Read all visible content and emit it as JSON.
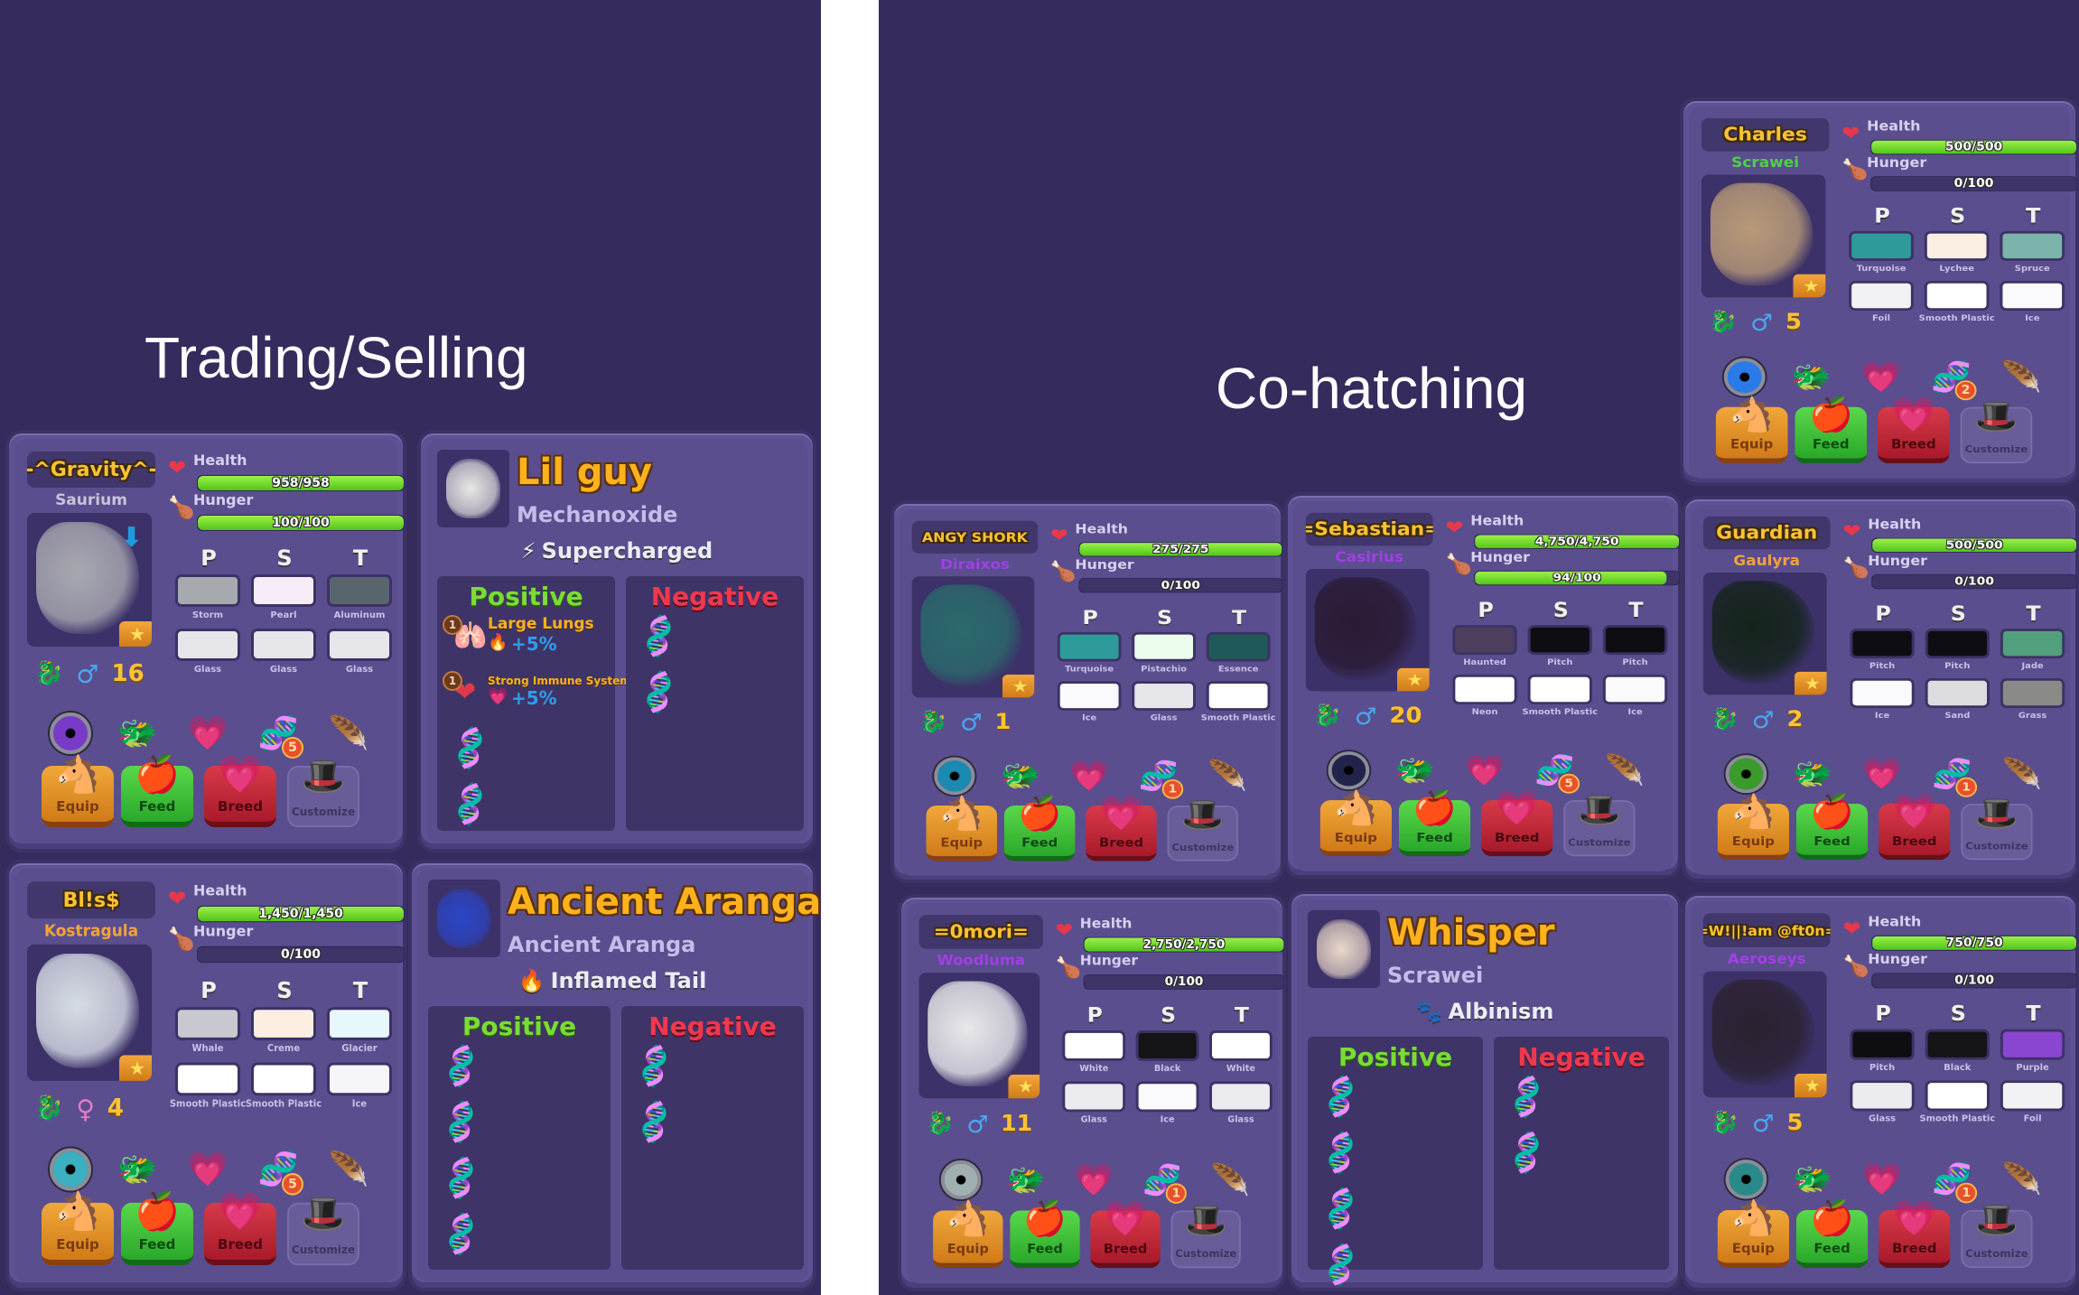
{
  "sections": {
    "left_title": "Trading/Selling",
    "right_title": "Co-hatching"
  },
  "common": {
    "health_label": "Health",
    "hunger_label": "Hunger",
    "pst_headers": [
      "P",
      "S",
      "T"
    ],
    "buttons": {
      "equip": "Equip",
      "feed": "Feed",
      "breed": "Breed",
      "customize": "Customize"
    },
    "positive_label": "Positive",
    "negative_label": "Negative",
    "icons": {
      "health": "❤",
      "hunger": "🍗",
      "star": "★",
      "male": "♂",
      "female": "♀",
      "equip": "🐴",
      "feed": "🍎",
      "breed": "💗",
      "customize": "🎩",
      "dna": "🧬",
      "arrow_down": "⬇"
    },
    "colors": {
      "background": "#352b5c",
      "card": "#5f5294",
      "name_gold": "#ffc233",
      "bar_green": "#7ee03a",
      "positive_green": "#7adc34",
      "negative_red": "#f0384e"
    }
  },
  "dragons": [
    {
      "id": "gravity",
      "name": "-^Gravity^-",
      "species": "Saurium",
      "species_color": "#c9c4d9",
      "health": "958/958",
      "health_pct": 100,
      "hunger": "100/100",
      "hunger_pct": 100,
      "gender": "male",
      "gender_color": "#4aa6ee",
      "dragon_type_color": "#3aa0a0",
      "level": "16",
      "has_arrow": true,
      "primary": [
        {
          "label": "Storm",
          "color": "#a6aaae"
        },
        {
          "label": "Pearl",
          "color": "#f6ecf8"
        },
        {
          "label": "Aluminum",
          "color": "#58646e"
        }
      ],
      "materials": [
        {
          "label": "Glass",
          "color": "#e6e6ea"
        },
        {
          "label": "Glass",
          "color": "#e6e6ea"
        },
        {
          "label": "Glass",
          "color": "#e6e6ea"
        }
      ],
      "eye_color": "#7a3ac8",
      "dna_count": "5",
      "portrait_color": "#a8a8b0"
    },
    {
      "id": "bliss",
      "name": "Bl!s$",
      "species": "Kostragula",
      "species_color": "#f3a33a",
      "health": "1,450/1,450",
      "health_pct": 100,
      "hunger": "0/100",
      "hunger_pct": 0,
      "gender": "female",
      "gender_color": "#e87ac8",
      "dragon_type_color": "#9a4ac8",
      "level": "4",
      "has_arrow": false,
      "primary": [
        {
          "label": "Whale",
          "color": "#c8c8d0"
        },
        {
          "label": "Creme",
          "color": "#fcefe2"
        },
        {
          "label": "Glacier",
          "color": "#e6f8fc"
        }
      ],
      "materials": [
        {
          "label": "Smooth Plastic",
          "color": "#ffffff"
        },
        {
          "label": "Smooth Plastic",
          "color": "#ffffff"
        },
        {
          "label": "Ice",
          "color": "#f6f6fa"
        }
      ],
      "eye_color": "#3ab0c0",
      "dna_count": "5",
      "portrait_color": "#d6dce4"
    },
    {
      "id": "charles",
      "name": "Charles",
      "species": "Scrawei",
      "species_color": "#4fd04a",
      "health": "500/500",
      "health_pct": 100,
      "hunger": "0/100",
      "hunger_pct": 0,
      "gender": "male",
      "gender_color": "#4aa6ee",
      "dragon_type_color": "#3aa0a0",
      "level": "5",
      "has_arrow": false,
      "primary": [
        {
          "label": "Turquoise",
          "color": "#2f9a9a"
        },
        {
          "label": "Lychee",
          "color": "#fbefe4"
        },
        {
          "label": "Spruce",
          "color": "#7ab4aa"
        }
      ],
      "materials": [
        {
          "label": "Foil",
          "color": "#f2f2f4"
        },
        {
          "label": "Smooth Plastic",
          "color": "#ffffff"
        },
        {
          "label": "Ice",
          "color": "#fafafc"
        }
      ],
      "eye_color": "#2a7ae8",
      "dna_count": "2",
      "portrait_color": "#b89a78"
    },
    {
      "id": "angy_shork",
      "name": "ANGY SHORK",
      "species": "Diraixos",
      "species_color": "#a33ee8",
      "health": "275/275",
      "health_pct": 100,
      "hunger": "0/100",
      "hunger_pct": 0,
      "gender": "male",
      "gender_color": "#4aa6ee",
      "dragon_type_color": "#3aa0a0",
      "level": "1",
      "has_arrow": false,
      "small_name": true,
      "primary": [
        {
          "label": "Turquoise",
          "color": "#2f9a9a"
        },
        {
          "label": "Pistachio",
          "color": "#ecfcec"
        },
        {
          "label": "Essence",
          "color": "#1f5a58"
        }
      ],
      "materials": [
        {
          "label": "Ice",
          "color": "#fafafc"
        },
        {
          "label": "Glass",
          "color": "#e6e6ea"
        },
        {
          "label": "Smooth Plastic",
          "color": "#ffffff"
        }
      ],
      "eye_color": "#1a8ab0",
      "dna_count": "1",
      "portrait_color": "#2a6a6c"
    },
    {
      "id": "sebastian",
      "name": "=Sebastian=",
      "species": "Casirius",
      "species_color": "#a33ee8",
      "health": "4,750/4,750",
      "health_pct": 100,
      "hunger": "94/100",
      "hunger_pct": 94,
      "gender": "male",
      "gender_color": "#4aa6ee",
      "dragon_type_color": "#3aa0a0",
      "level": "20",
      "has_arrow": false,
      "primary": [
        {
          "label": "Haunted",
          "color": "#4e3e5e"
        },
        {
          "label": "Pitch",
          "color": "#0e0e12"
        },
        {
          "label": "Pitch",
          "color": "#0e0e12"
        }
      ],
      "materials": [
        {
          "label": "Neon",
          "color": "#ffffff"
        },
        {
          "label": "Smooth Plastic",
          "color": "#ffffff"
        },
        {
          "label": "Ice",
          "color": "#fafafc"
        }
      ],
      "eye_color": "#22224a",
      "dna_count": "5",
      "portrait_color": "#2a1a34"
    },
    {
      "id": "guardian",
      "name": "Guardian",
      "species": "Gaulyra",
      "species_color": "#f3a33a",
      "health": "500/500",
      "health_pct": 100,
      "hunger": "0/100",
      "hunger_pct": 0,
      "gender": "male",
      "gender_color": "#4aa6ee",
      "dragon_type_color": "#9a4ac8",
      "level": "2",
      "has_arrow": false,
      "primary": [
        {
          "label": "Pitch",
          "color": "#0e0e12"
        },
        {
          "label": "Pitch",
          "color": "#0e0e12"
        },
        {
          "label": "Jade",
          "color": "#52a07e"
        }
      ],
      "materials": [
        {
          "label": "Ice",
          "color": "#fafafc"
        },
        {
          "label": "Sand",
          "color": "#dcdce0"
        },
        {
          "label": "Grass",
          "color": "#8a8a86"
        }
      ],
      "eye_color": "#3a9a2a",
      "dna_count": "1",
      "portrait_color": "#14241a"
    },
    {
      "id": "omori",
      "name": "=0mori=",
      "species": "Woodluma",
      "species_color": "#a33ee8",
      "health": "2,750/2,750",
      "health_pct": 100,
      "hunger": "0/100",
      "hunger_pct": 0,
      "gender": "male",
      "gender_color": "#4aa6ee",
      "dragon_type_color": "#9a4ac8",
      "level": "11",
      "has_arrow": false,
      "primary": [
        {
          "label": "White",
          "color": "#ffffff"
        },
        {
          "label": "Black",
          "color": "#141416"
        },
        {
          "label": "White",
          "color": "#ffffff"
        }
      ],
      "materials": [
        {
          "label": "Glass",
          "color": "#ececf0"
        },
        {
          "label": "Ice",
          "color": "#fafafc"
        },
        {
          "label": "Glass",
          "color": "#ececf0"
        }
      ],
      "eye_color": "#a0b0b0",
      "dna_count": "1",
      "portrait_color": "#e8e8ea"
    },
    {
      "id": "william",
      "name": "=W!||!am @ft0n=",
      "species": "Aeroseys",
      "species_color": "#a33ee8",
      "health": "750/750",
      "health_pct": 100,
      "hunger": "0/100",
      "hunger_pct": 0,
      "gender": "male",
      "gender_color": "#4aa6ee",
      "dragon_type_color": "#3aa0a0",
      "level": "5",
      "has_arrow": false,
      "small_name": true,
      "primary": [
        {
          "label": "Pitch",
          "color": "#0e0e12"
        },
        {
          "label": "Black",
          "color": "#141416"
        },
        {
          "label": "Purple",
          "color": "#8a46d0"
        }
      ],
      "materials": [
        {
          "label": "Glass",
          "color": "#ececf0"
        },
        {
          "label": "Smooth Plastic",
          "color": "#ffffff"
        },
        {
          "label": "Foil",
          "color": "#f2f2f4"
        }
      ],
      "eye_color": "#2a8a8a",
      "dna_count": "1",
      "portrait_color": "#2a2230"
    }
  ],
  "trait_cards": [
    {
      "id": "lil_guy",
      "name": "Lil guy",
      "species": "Mechanoxide",
      "mutation": "Supercharged",
      "mutation_icon": "⚡",
      "portrait_color": "#e8e8e4",
      "positive_traits": [
        {
          "tier": "1",
          "name": "Large Lungs",
          "icon": "🫁",
          "bonus": "+5%",
          "bonus_icon": "🔥"
        },
        {
          "tier": "1",
          "name": "Strong Immune System",
          "icon": "❤",
          "bonus": "+5%",
          "bonus_icon": "💗",
          "small": true
        }
      ],
      "positive_empty_slots": 2,
      "negative_traits": [],
      "negative_empty_slots": 2
    },
    {
      "id": "ancient_aranga",
      "name": "Ancient Aranga",
      "species": "Ancient Aranga",
      "mutation": "Inflamed Tail",
      "mutation_icon": "🔥",
      "portrait_color": "#2a46c8",
      "positive_traits": [],
      "positive_empty_slots": 4,
      "negative_traits": [],
      "negative_empty_slots": 2
    },
    {
      "id": "whisper",
      "name": "Whisper",
      "species": "Scrawei",
      "mutation": "Albinism",
      "mutation_icon": "🐾",
      "portrait_color": "#ead8c8",
      "positive_traits": [],
      "positive_empty_slots": 4,
      "negative_traits": [],
      "negative_empty_slots": 2
    }
  ]
}
